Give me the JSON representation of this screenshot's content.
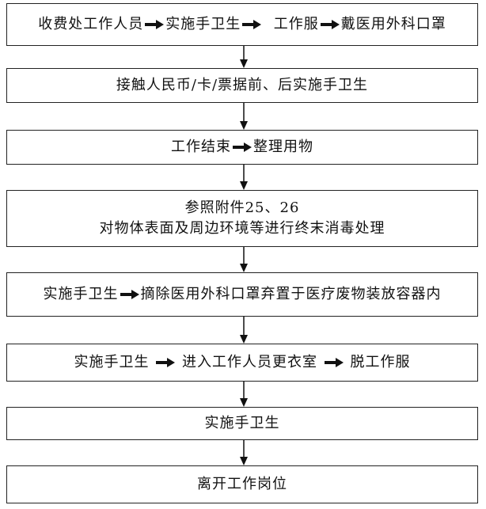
{
  "steps": [
    {
      "parts": [
        "收费处工作人员",
        "实施手卫生",
        "工作服",
        "戴医用外科口罩"
      ]
    },
    {
      "parts": [
        "接触人民币/卡/票据前、后实施手卫生"
      ]
    },
    {
      "parts": [
        "工作结束",
        "整理用物"
      ]
    },
    {
      "lines": [
        "参照附件25、26",
        "对物体表面及周边环境等进行终末消毒处理"
      ]
    },
    {
      "parts": [
        "实施手卫生",
        "摘除医用外科口罩弃置于医疗废物装放容器内"
      ]
    },
    {
      "parts": [
        "实施手卫生 ",
        " 进入工作人员更衣室 ",
        " 脱工作服"
      ]
    },
    {
      "parts": [
        "实施手卫生"
      ]
    },
    {
      "parts": [
        "离开工作岗位"
      ]
    }
  ]
}
